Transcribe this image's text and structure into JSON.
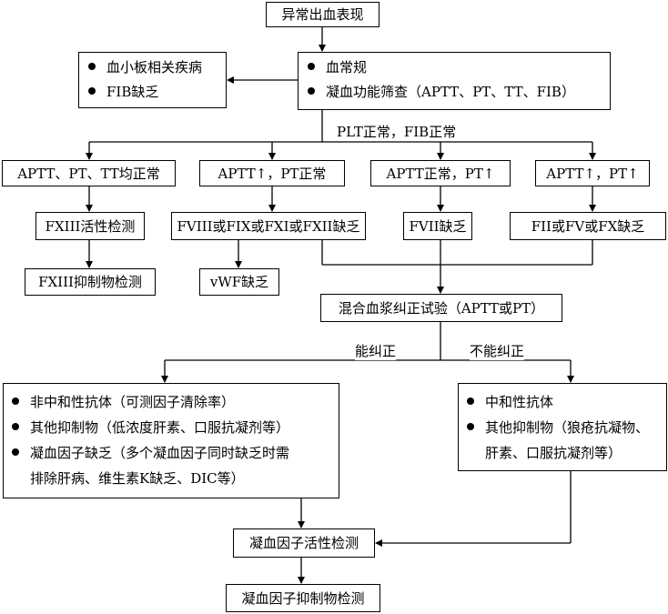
{
  "nodes": {
    "start": "异常出血表现",
    "left_top": [
      "血小板相关疾病",
      "FIB缺乏"
    ],
    "screen": [
      "血常规",
      "凝血功能筛查（APTT、PT、TT、FIB）"
    ],
    "branch_label": "PLT正常，FIB正常",
    "b1": "APTT、PT、TT均正常",
    "b2": "APTT↑，PT正常",
    "b3": "APTT正常，PT↑",
    "b4": "APTT↑，PT↑",
    "b1a": "FXIII活性检测",
    "b1b": "FXIII抑制物检测",
    "b2a": "FVIII或FIX或FXI或FXII缺乏",
    "b2b": "vWF缺乏",
    "b3a": "FVII缺乏",
    "b4a": "FII或FV或FX缺乏",
    "mix": "混合血浆纠正试验（APTT或PT）",
    "yes_label": "能纠正",
    "no_label": "不能纠正",
    "correct_box": [
      "非中和性抗体（可测因子清除率）",
      "其他抑制物（低浓度肝素、口服抗凝剂等）",
      "凝血因子缺乏（多个凝血因子同时缺乏时需",
      "排除肝病、维生素K缺乏、DIC等）"
    ],
    "noncorrect_box": [
      "中和性抗体",
      "其他抑制物（狼疮抗凝物、",
      "肝素、口服抗凝剂等）"
    ],
    "activity": "凝血因子活性检测",
    "inhibitor": "凝血因子抑制物检测"
  }
}
